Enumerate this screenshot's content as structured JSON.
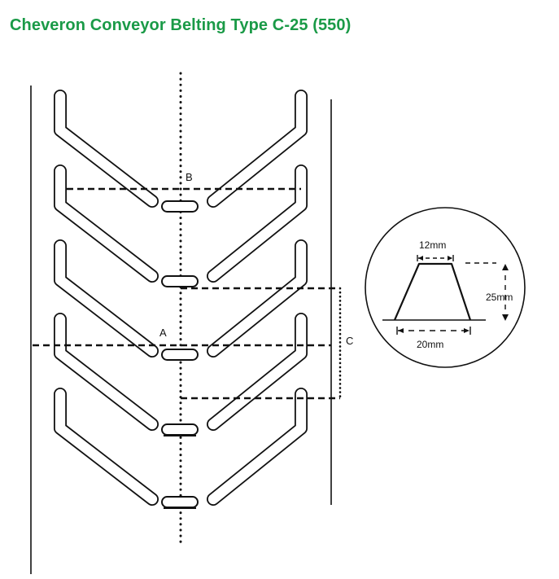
{
  "title": "Cheveron Conveyor Belting Type C-25 (550)",
  "labels": {
    "a": "A",
    "b": "B",
    "c": "C"
  },
  "profile": {
    "top_width": "12mm",
    "height": "25mm",
    "base_width": "20mm"
  },
  "colors": {
    "title": "#1a9a47",
    "line": "#111111"
  }
}
